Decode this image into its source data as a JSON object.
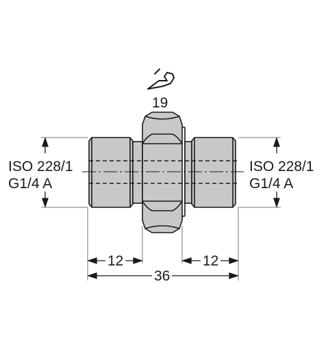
{
  "wrench": {
    "icon": "wrench-icon",
    "size_label": "19"
  },
  "left_thread": {
    "standard": "ISO 228/1",
    "size": "G1/4 A"
  },
  "right_thread": {
    "standard": "ISO 228/1",
    "size": "G1/4 A"
  },
  "dimensions": {
    "left_length": "12",
    "right_length": "12",
    "total_length": "36"
  },
  "colors": {
    "body": "#c8c8c8",
    "outline": "#1a1a1a",
    "dim_line": "#555555"
  }
}
